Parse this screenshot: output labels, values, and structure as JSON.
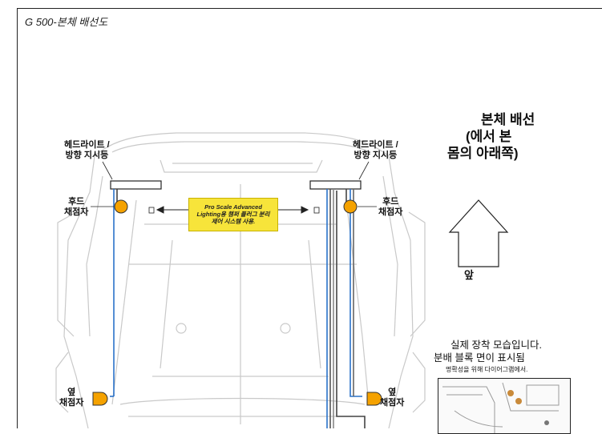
{
  "doc_title": "G 500-본체 배선도",
  "labels": {
    "headlight_left": [
      "헤드라이트 /",
      "방향 지시등"
    ],
    "headlight_right": [
      "헤드라이트 /",
      "방향 지시등"
    ],
    "hood_catch_left": [
      "후드",
      "채점자"
    ],
    "hood_catch_right": [
      "후드",
      "채점자"
    ],
    "side_catch_left": [
      "옆",
      "채점자"
    ],
    "side_catch_right": [
      "옆",
      "채점자"
    ]
  },
  "note": [
    "Pro Scale Advanced",
    "Lighting용 챔퍼 플러그 분리",
    "제어 시스템 사용."
  ],
  "heading": [
    "본체 배선",
    "(에서 본",
    "몸의 아래쪽)"
  ],
  "front_label": "앞",
  "photo": {
    "caption": [
      "실제 장착 모습입니다.",
      "분배 블록 면이 표시됨"
    ],
    "small_note": "명확성을 위해 다이어그램에서."
  },
  "colors": {
    "wire_blue": "#2a72c9",
    "wire_gray": "#555555",
    "catch_orange": "#f5a200",
    "note_yellow": "#f7e43a"
  }
}
